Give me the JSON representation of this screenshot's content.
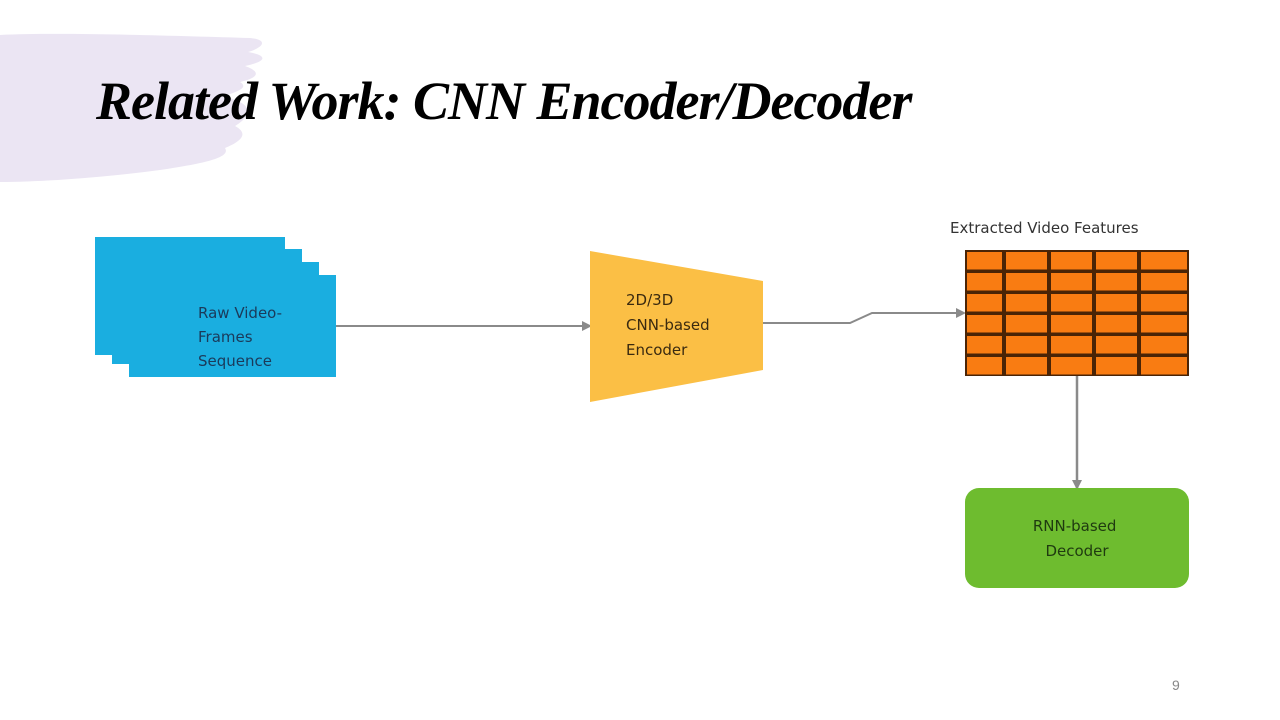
{
  "slide": {
    "title": "Related Work: CNN Encoder/Decoder",
    "page_number": "9"
  },
  "diagram": {
    "nodes": {
      "frames": {
        "lines": [
          "Raw Video-",
          "Frames",
          "Sequence"
        ],
        "color": "#1aaee0"
      },
      "encoder": {
        "lines": [
          "2D/3D",
          "CNN-based",
          "Encoder"
        ],
        "color": "#fbbf45"
      },
      "features": {
        "label": "Extracted Video Features",
        "rows": 6,
        "cols": 5,
        "color": "#f97c12",
        "grid_color": "#4a2406"
      },
      "decoder": {
        "lines": [
          "RNN-based",
          "Decoder"
        ],
        "color": "#6ebc2f"
      }
    },
    "edges": [
      {
        "from": "frames",
        "to": "encoder"
      },
      {
        "from": "encoder",
        "to": "features"
      },
      {
        "from": "features",
        "to": "decoder"
      }
    ],
    "arrow_color": "#8a8a8a"
  }
}
